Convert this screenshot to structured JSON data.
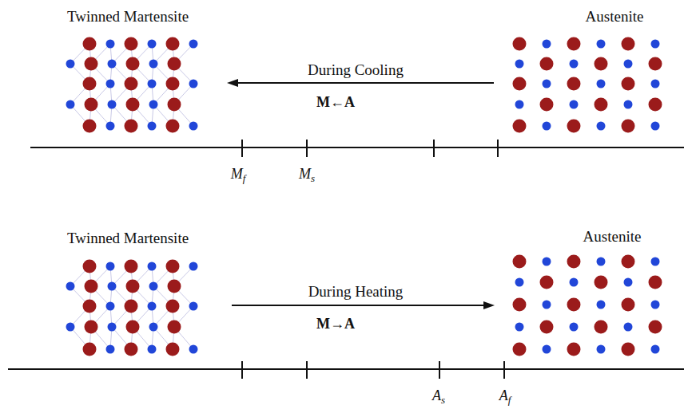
{
  "diagram": {
    "labels": [
      "Twinned Martensite",
      "During Cooling",
      "M←A",
      "Austenite",
      "Mf",
      "Ms",
      "Twinned Martensite",
      "During Heating",
      "M→A",
      "Austenite",
      "As",
      "Af"
    ]
  }
}
